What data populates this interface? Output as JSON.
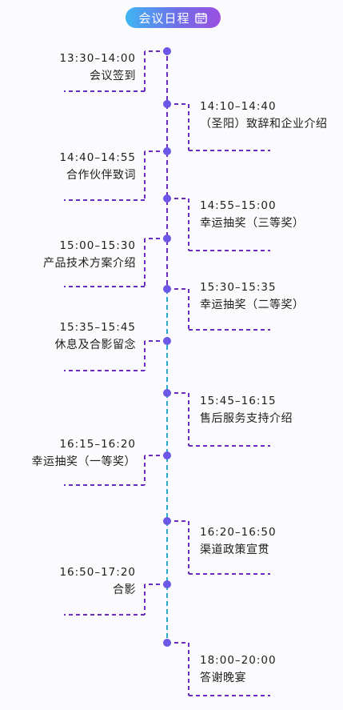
{
  "header": {
    "title": "会议日程",
    "icon": "calendar-icon"
  },
  "colors": {
    "purple": "#6a2bbf",
    "cyan": "#29a9c9",
    "dot": "#6b58e6"
  },
  "agenda": [
    {
      "time": "13:30–14:00",
      "title": "会议签到",
      "side": "left"
    },
    {
      "time": "14:10–14:40",
      "title": "（圣阳）致辞和企业介绍",
      "side": "right"
    },
    {
      "time": "14:40–14:55",
      "title": "合作伙伴致词",
      "side": "left"
    },
    {
      "time": "14:55–15:00",
      "title": "幸运抽奖（三等奖）",
      "side": "right"
    },
    {
      "time": "15:00–15:30",
      "title": "产品技术方案介绍",
      "side": "left"
    },
    {
      "time": "15:30–15:35",
      "title": "幸运抽奖（二等奖）",
      "side": "right"
    },
    {
      "time": "15:35–15:45",
      "title": "休息及合影留念",
      "side": "left"
    },
    {
      "time": "15:45–16:15",
      "title": "售后服务支持介绍",
      "side": "right"
    },
    {
      "time": "16:15–16:20",
      "title": "幸运抽奖（一等奖）",
      "side": "left"
    },
    {
      "time": "16:20–16:50",
      "title": "渠道政策宣贯",
      "side": "right"
    },
    {
      "time": "16:50–17:20",
      "title": "合影",
      "side": "left"
    },
    {
      "time": "18:00–20:00",
      "title": "答谢晚宴",
      "side": "right"
    }
  ]
}
